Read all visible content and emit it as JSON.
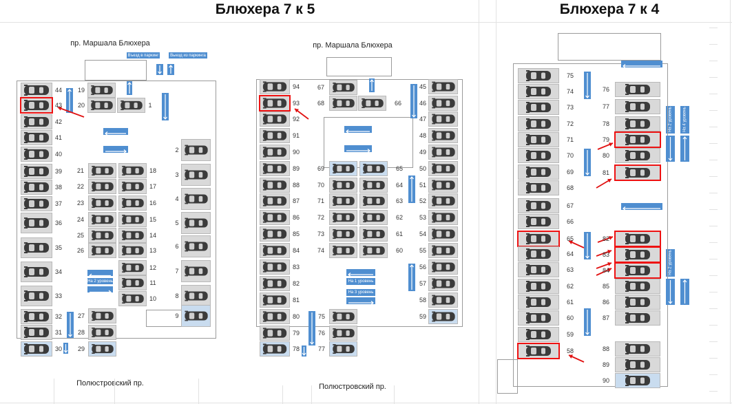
{
  "plans": [
    {
      "title": "Блюхера 7 к 5",
      "street_top": "пр. Маршала Блюхера",
      "street_bottom": "Полюстровский пр.",
      "signs": [
        "Въезд в паркинг",
        "Выезд из паркинга",
        "На 2 уровень"
      ],
      "columns": [
        [
          44,
          43,
          42,
          41,
          40,
          39,
          38,
          37,
          36,
          35,
          34,
          33,
          32,
          31,
          30
        ],
        [
          19,
          20
        ],
        [
          1
        ],
        [
          21,
          22,
          23,
          24,
          25,
          26
        ],
        [
          18,
          17,
          16,
          15,
          14,
          13,
          12,
          11,
          10
        ],
        [
          27,
          28,
          29
        ],
        [
          2,
          3,
          4,
          5,
          6,
          7,
          8,
          9
        ]
      ],
      "highlighted": [
        43
      ],
      "accessible": [
        30,
        29,
        9
      ]
    },
    {
      "title": "",
      "street_top": "пр. Маршала Блюхера",
      "street_bottom": "Полюстровский пр.",
      "signs": [
        "На 1 уровень",
        "На 3 уровень"
      ],
      "columns": [
        [
          94,
          93,
          92,
          91,
          90,
          89,
          88,
          87,
          86,
          85,
          84,
          83,
          82,
          81,
          80,
          79,
          78
        ],
        [
          67,
          68
        ],
        [
          66
        ],
        [
          69,
          70,
          71,
          72,
          73,
          74
        ],
        [
          65,
          64,
          63,
          62,
          61,
          60
        ],
        [
          75,
          76,
          77
        ],
        [
          45,
          46,
          47,
          48,
          49,
          50,
          51,
          52,
          53,
          54,
          55,
          56,
          57,
          58,
          59
        ]
      ],
      "highlighted": [
        93
      ],
      "accessible": [
        78,
        77,
        69,
        65,
        59
      ]
    },
    {
      "title": "Блюхера 7 к 4",
      "signs": [
        "На 2 уровень",
        "На 4 уровень",
        "На 2 уровень"
      ],
      "columns": [
        [
          75,
          74,
          73,
          72,
          71,
          70,
          69,
          68,
          67,
          66,
          65,
          64,
          63,
          62,
          61,
          60,
          59,
          58
        ],
        [
          76,
          77,
          78,
          79,
          80,
          81,
          82,
          83,
          84,
          85,
          86,
          87,
          88,
          89,
          90
        ]
      ],
      "highlighted": [
        65,
        58,
        79,
        81,
        82,
        83,
        84
      ],
      "accessible": [
        90
      ]
    }
  ],
  "colors": {
    "arrow_sign": "#4f8ed0",
    "highlight": "#e11111",
    "spot": "#d9d9d9",
    "accessible_spot": "#c9dcef"
  }
}
